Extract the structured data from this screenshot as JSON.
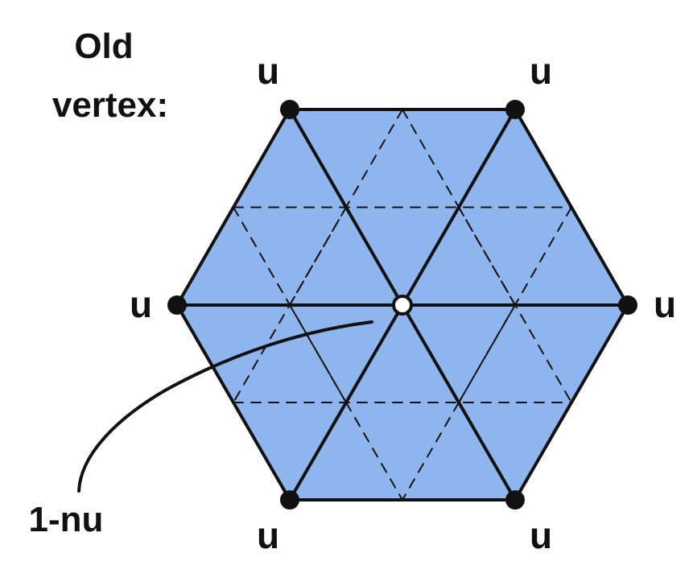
{
  "diagram": {
    "title_line1": "Old",
    "title_line2": "vertex:",
    "vertex_labels": [
      "u",
      "u",
      "u",
      "u",
      "u",
      "u"
    ],
    "center_label": "1-nu",
    "colors": {
      "fill": "#8fb5ee",
      "stroke": "#111111",
      "center_fill": "#ffffff"
    }
  }
}
